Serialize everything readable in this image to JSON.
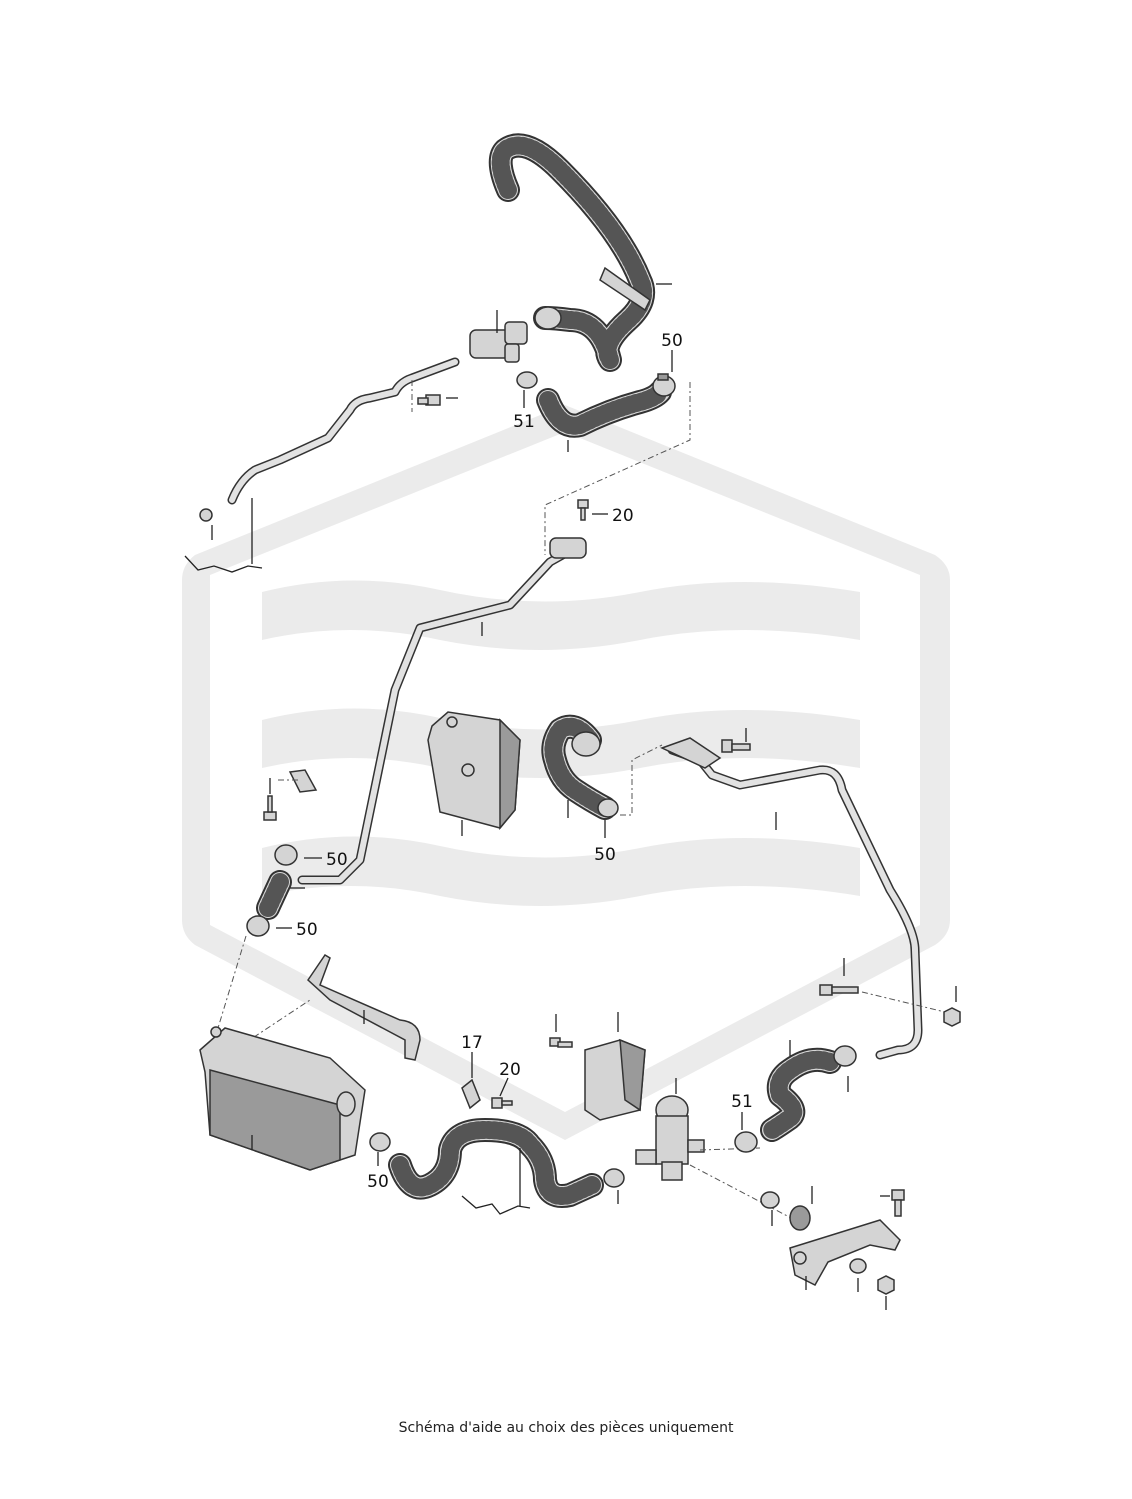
{
  "callouts": [
    {
      "label": "50",
      "id": "clamp-top-right"
    },
    {
      "label": "51",
      "id": "clamp-top"
    },
    {
      "label": "20",
      "id": "bolt-upper"
    },
    {
      "label": "50",
      "id": "clamp-oil-cooler"
    },
    {
      "label": "50",
      "id": "clamp-left-upper"
    },
    {
      "label": "50",
      "id": "clamp-left-lower"
    },
    {
      "label": "17",
      "id": "bracket-clip"
    },
    {
      "label": "20",
      "id": "bolt-lower"
    },
    {
      "label": "50",
      "id": "clamp-lower-left"
    },
    {
      "label": "51",
      "id": "clamp-valve"
    }
  ],
  "caption": "Schéma d'aide au choix des pièces uniquement",
  "colors": {
    "watermark": "#ebebeb",
    "line": "#333333",
    "part_fill": "#d4d4d4"
  }
}
